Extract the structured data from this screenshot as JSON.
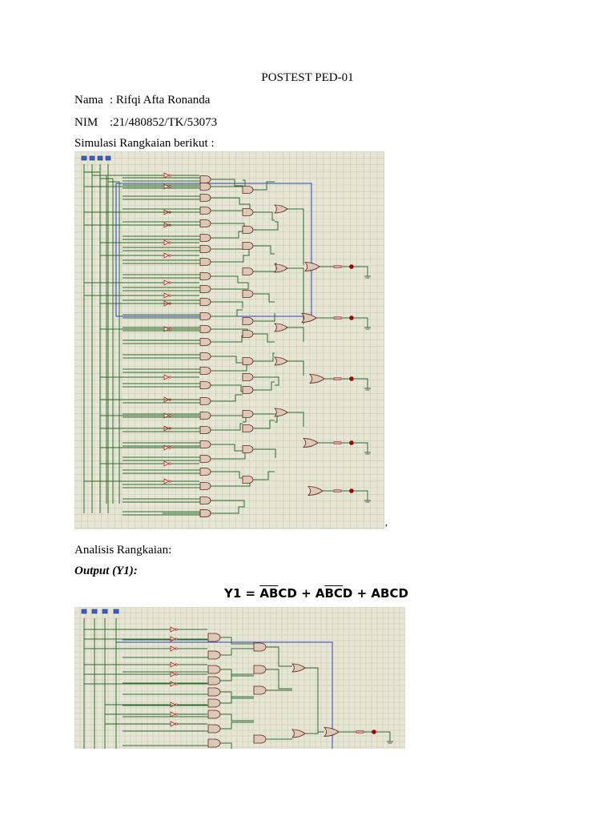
{
  "document": {
    "title": "POSTEST PED-01",
    "name_label": "Nama",
    "name_value": ": Rifqi Afta Ronanda",
    "nim_label": "NIM",
    "nim_value": ":21/480852/TK/53073",
    "simulation_intro": "Simulasi Rangkaian berikut :",
    "trailing_comma": ",",
    "analysis_heading": "Analisis Rangkaian:",
    "output_heading": "Output (Y1):",
    "formula": {
      "lhs": "Y1",
      "eq": " = ",
      "terms": [
        {
          "letters": [
            {
              "c": "A",
              "bar": true
            },
            {
              "c": "B",
              "bar": true
            },
            {
              "c": "C",
              "bar": false
            },
            {
              "c": "D",
              "bar": false
            }
          ]
        },
        {
          "letters": [
            {
              "c": "A",
              "bar": false
            },
            {
              "c": "B",
              "bar": true
            },
            {
              "c": "C",
              "bar": true
            },
            {
              "c": "D",
              "bar": false
            }
          ]
        },
        {
          "letters": [
            {
              "c": "A",
              "bar": false
            },
            {
              "c": "B",
              "bar": false
            },
            {
              "c": "C",
              "bar": false
            },
            {
              "c": "D",
              "bar": false
            }
          ]
        }
      ],
      "plus": " + "
    }
  },
  "colors": {
    "grid_background": "#e6e6d5",
    "grid_line": "#c8c8b4",
    "wire_green": "#2e6b2e",
    "wire_blue": "#2f3fc8",
    "gate_fill": "#d9c9b5",
    "gate_stroke": "#6b1c1c",
    "inverter": "#c02020",
    "led_red": "#a00000",
    "input_blue": "#3a5fcd"
  }
}
